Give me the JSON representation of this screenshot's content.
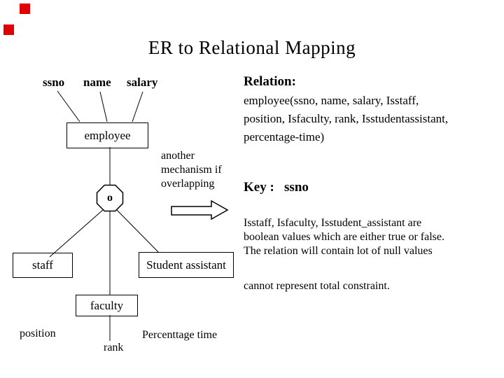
{
  "slide": {
    "title": "ER to Relational Mapping",
    "decoration": {
      "square_color": "#e00000"
    },
    "diagram": {
      "top_attributes": [
        {
          "label": "ssno"
        },
        {
          "label": "name"
        },
        {
          "label": "salary"
        }
      ],
      "entity": {
        "label": "employee"
      },
      "category_symbol": "o",
      "note_lines": {
        "line1": "another",
        "line2": "mechanism if",
        "line3": "overlapping"
      },
      "subclasses": {
        "staff": "staff",
        "student_assistant": "Student assistant",
        "faculty": "faculty"
      },
      "bottom_attributes": {
        "position": "position",
        "rank": "rank",
        "percentage_time": "Percenttage time"
      }
    },
    "right_panel": {
      "relation_label": "Relation:",
      "relation_lines": {
        "line1": "employee(ssno, name, salary, Isstaff,",
        "line2": "position, Isfaculty, rank, Isstudentassistant,",
        "line3": "percentage-time)"
      },
      "key_line": "Key :   ssno",
      "boolean_note": {
        "line1": "Isstaff, Isfaculty, Isstudent_assistant are",
        "line2": "boolean values which are either true or false.",
        "line3": "The relation will contain lot of null values"
      },
      "constraint_note": "cannot represent total constraint."
    }
  }
}
